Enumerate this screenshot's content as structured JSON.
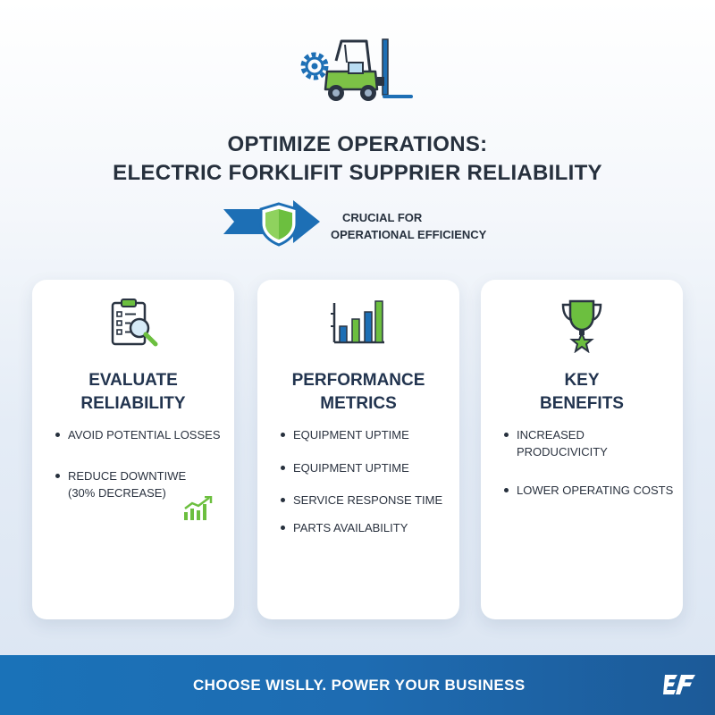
{
  "header": {
    "title_line1": "OPTIMIZE OPERATIONS:",
    "title_line2": "ELECTRIC FORKLIFIT SUPPRIER RELIABILITY",
    "hero_icon": "forklift-gear-icon"
  },
  "banner": {
    "icon": "shield-arrow-icon",
    "line1": "CRUCIAL FOR",
    "line2": "OPERATIONAL EFFICIENCY"
  },
  "cards": [
    {
      "icon": "clipboard-magnifier-icon",
      "title_line1": "EVALUATE",
      "title_line2": "RELIABILITY",
      "bullets": [
        "AVOID POTENTIAL LOSSES",
        "REDUCE DOWNTIWE (30% DECREASE)"
      ],
      "extra_icon": "rising-chart-icon"
    },
    {
      "icon": "bar-chart-icon",
      "title_line1": "PERFORMANCE",
      "title_line2": "METRICS",
      "bullets": [
        "EQUIPMENT UPTIME",
        "EQUIPMENT UPTIME",
        "SERVICE RESPONSE TIME",
        "PARTS AVAILABILITY"
      ]
    },
    {
      "icon": "trophy-icon",
      "title_line1": "KEY",
      "title_line2": "BENEFITS",
      "bullets": [
        "INCREASED PRODUCIVICITY",
        "LOWER OPERATING COSTS"
      ]
    }
  ],
  "footer": {
    "tagline": "CHOOSE WISLLY. POWER YOUR BUSINESS",
    "logo": "EF"
  },
  "colors": {
    "accent_blue": "#1d6fb5",
    "accent_green": "#6cbf3f",
    "text_dark": "#26303d"
  }
}
